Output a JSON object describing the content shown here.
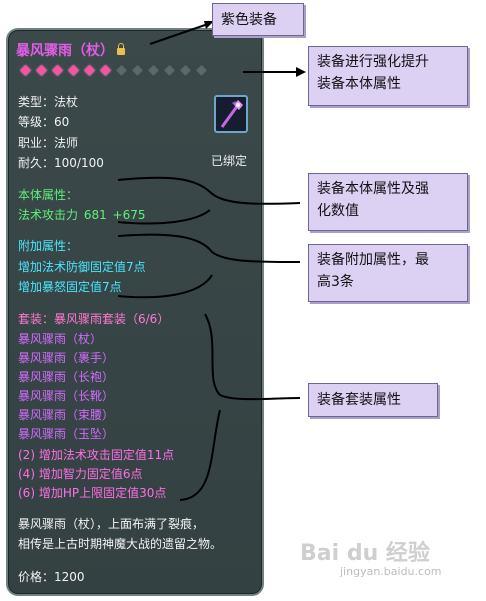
{
  "item": {
    "name": "暴风骤雨（杖）",
    "gems_filled": 6,
    "gems_total": 12,
    "type_label": "类型：",
    "type_value": "法杖",
    "level_label": "等级：",
    "level_value": "60",
    "job_label": "职业：",
    "job_value": "法师",
    "durability_label": "耐久：",
    "durability_value": "100/100",
    "bound_status": "已绑定",
    "base_attr_title": "本体属性：",
    "base_attr_line": "法术攻击力   681 +675",
    "extra_attr_title": "附加属性：",
    "extra_attrs": [
      "增加法术防御固定值7点",
      "增加暴怒固定值7点"
    ],
    "set_title": "套装：暴风骤雨套装（6/6）",
    "set_pieces": [
      "暴风骤雨（杖）",
      "暴风骤雨（裹手）",
      "暴风骤雨（长袍）",
      "暴风骤雨（长靴）",
      "暴风骤雨（束腰）",
      "暴风骤雨（玉坠）"
    ],
    "set_bonuses": [
      "(2)  增加法术攻击固定值11点",
      "(4)  增加智力固定值6点",
      "(6)  增加HP上限固定值30点"
    ],
    "description": [
      "暴风骤雨（杖），上面布满了裂痕，",
      "相传是上古时期神魔大战的遗留之物。"
    ],
    "price": "价格：1200"
  },
  "callouts": {
    "purple_equip": "紫色装备",
    "enhance": [
      "装备进行强化提升",
      "装备本体属性"
    ],
    "base_attr": [
      "装备本体属性及强",
      "化数值"
    ],
    "extra_attr": [
      "装备附加属性，最",
      "高3条"
    ],
    "set_attr": "装备套装属性"
  },
  "watermark": {
    "brand": "Bai du 经验",
    "url": "jingyan.baidu.com"
  },
  "colors": {
    "panel": "#3b494a",
    "name": "#e05ee6",
    "gem_on": "#ff4fa2",
    "green": "#5ff07a",
    "cyan": "#48e8ff",
    "set_piece": "#d36bff",
    "set_bonus": "#ff6ee6",
    "callout_bg": "#dcd0f3"
  }
}
